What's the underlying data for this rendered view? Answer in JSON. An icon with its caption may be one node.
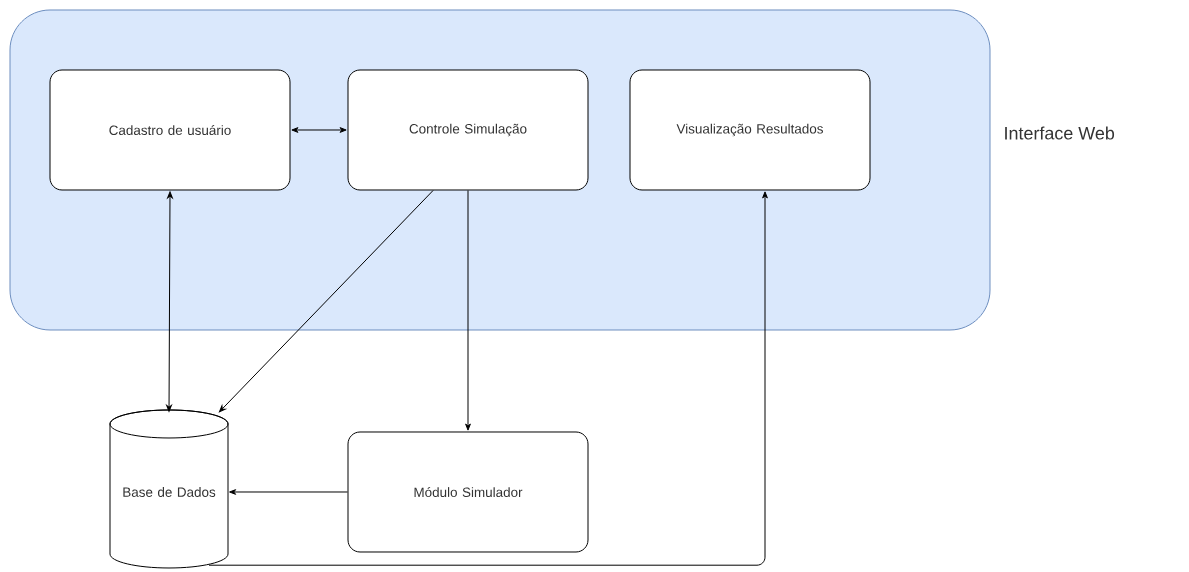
{
  "diagram": {
    "nodes": [
      {
        "text": [
          "Interface Web"
        ]
      },
      {
        "text": [
          "Cadastro de usuário"
        ],
        "in": 0
      },
      {
        "text": [
          "Controle Simulação"
        ],
        "in": 0
      },
      {
        "text": [
          "Visualização Resultados"
        ],
        "in": 0
      },
      {
        "text": [
          "Base de Dados"
        ]
      },
      {
        "text": [
          "Módulo Simulador"
        ]
      }
    ],
    "edges": [
      {
        "from": 1,
        "to": 2,
        "arrow": "both"
      },
      {
        "from": 1,
        "to": 4,
        "arrow": "both"
      },
      {
        "from": 2,
        "to": 4,
        "arrow": "to"
      },
      {
        "from": 2,
        "to": 5,
        "arrow": "to"
      },
      {
        "from": 5,
        "to": 4,
        "arrow": "to"
      },
      {
        "from": 4,
        "to": 3,
        "arrow": "to"
      }
    ]
  }
}
